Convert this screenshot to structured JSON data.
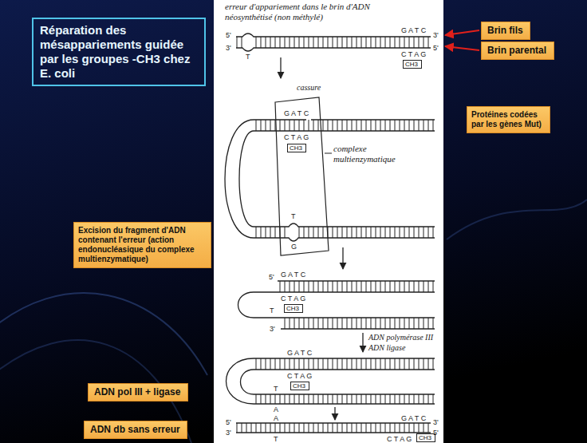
{
  "diagram": {
    "title": "Réparation des mésappariements guidée par les groupes -CH3 chez E. coli",
    "nodes": [
      {
        "text": [
          "Brin fils"
        ]
      },
      {
        "text": [
          "Brin parental"
        ]
      },
      {
        "text": [
          "CH3"
        ]
      },
      {
        "text": [
          "Protéines codées par les gènes Mut)"
        ]
      },
      {
        "text": [
          "CH3"
        ]
      },
      {
        "text": [
          "Excision du fragment d'ADN contenant l'erreur (action endonucléasique du complexe multienzymatique)"
        ]
      },
      {
        "text": [
          "CH3"
        ]
      },
      {
        "text": [
          "ADN pol III + ligase"
        ]
      },
      {
        "text": [
          "CH3"
        ]
      },
      {
        "text": [
          "ADN db sans erreur"
        ]
      },
      {
        "text": [
          "CH3"
        ]
      }
    ],
    "labels": [
      "erreur d'appariement dans le brin d'ADN néosynthétisé (non méthylé)",
      "5'",
      "3'",
      "G A T C",
      "3'",
      "5'",
      "C T A G",
      "T",
      "cassure",
      "G A T C",
      "C T A G",
      "complexe multienzymatique",
      "T",
      "G",
      "5'",
      "G A T C",
      "C T A G",
      "T",
      "3'",
      "ADN polymérase III",
      "ADN ligase",
      "G A T C",
      "C T A G",
      "T",
      "A",
      "A",
      "5'",
      "3'",
      "G A T C",
      "3'",
      "5'",
      "T",
      "C T A G"
    ]
  }
}
